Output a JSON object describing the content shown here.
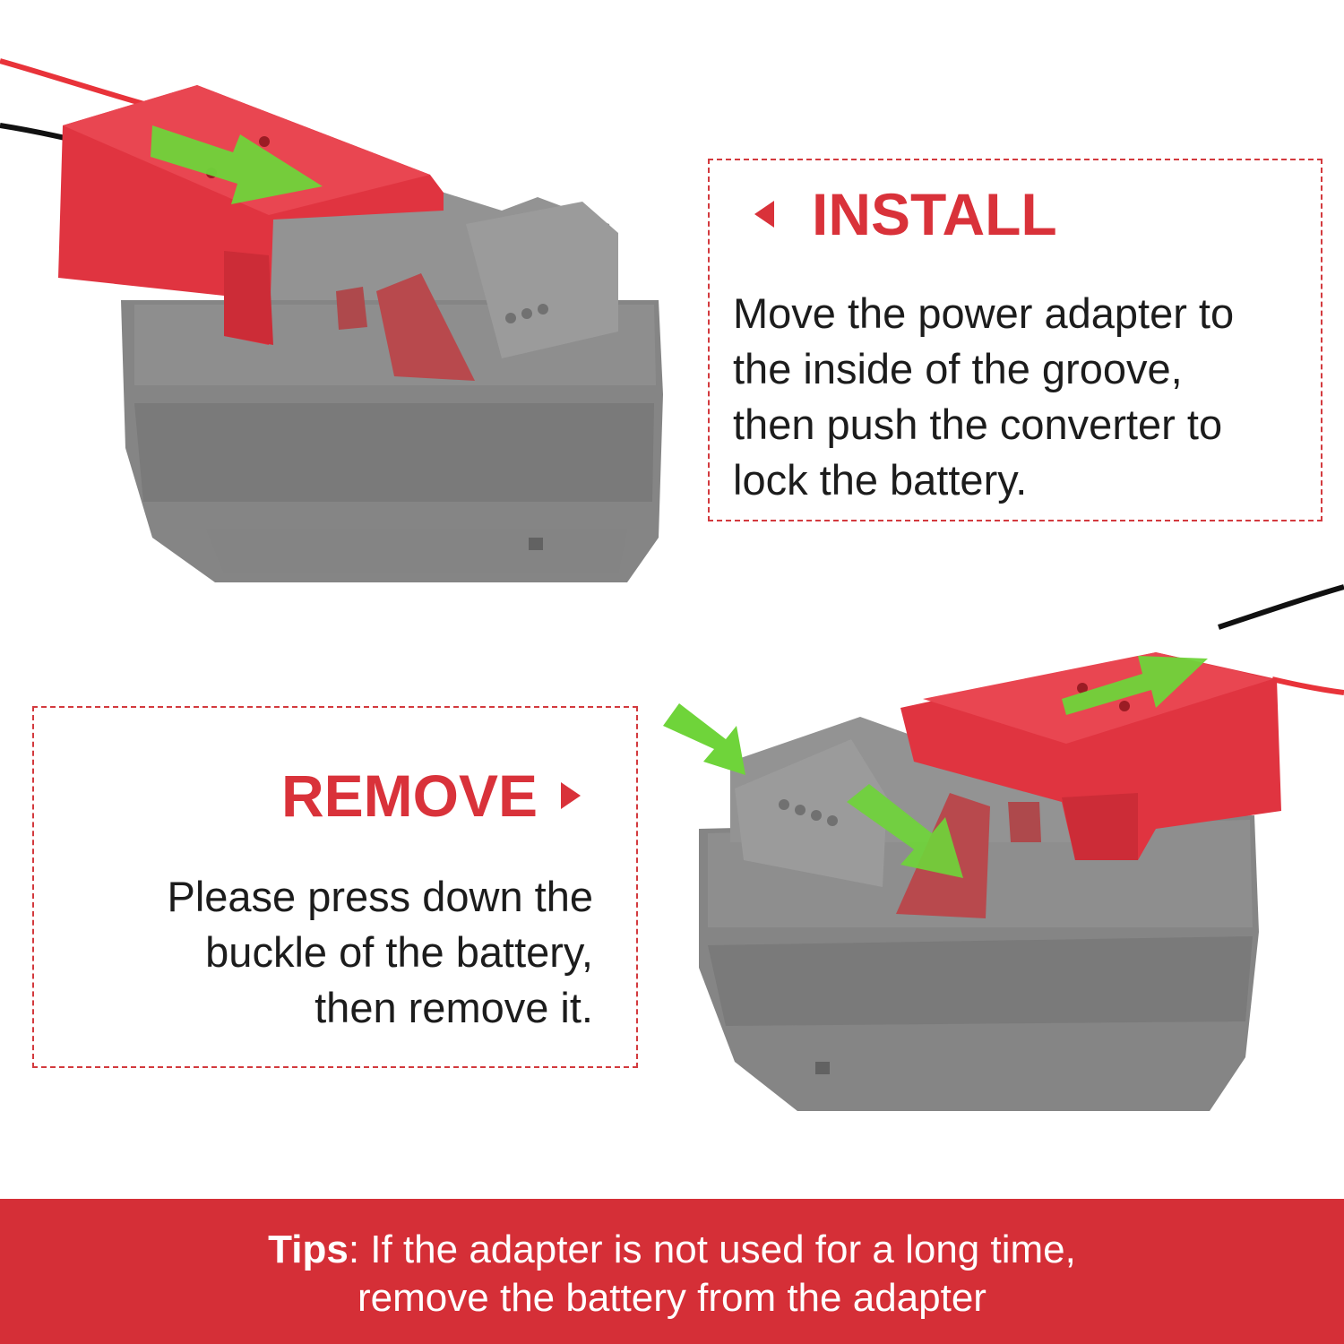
{
  "install": {
    "heading": "INSTALL",
    "lines": [
      "Move the power adapter to",
      "the inside of the groove,",
      "then push the converter to",
      "lock the battery."
    ]
  },
  "remove": {
    "heading": "REMOVE",
    "lines": [
      "Please press down the",
      "buckle of the battery,",
      "then remove it."
    ]
  },
  "tips": {
    "label": "Tips",
    "line1": ": If the adapter is not used for a long time,",
    "line2": "remove the battery from the adapter"
  },
  "colors": {
    "accent_red": "#d9323a",
    "banner_red": "#d52f37",
    "arrow_green": "#6fd43a",
    "battery_gray": "#7d7d7d",
    "adapter_red": "#e03440"
  },
  "icons": {
    "install_pointer": "triangle-left-icon",
    "remove_pointer": "triangle-right-icon",
    "direction_arrow": "green-arrow-icon"
  }
}
